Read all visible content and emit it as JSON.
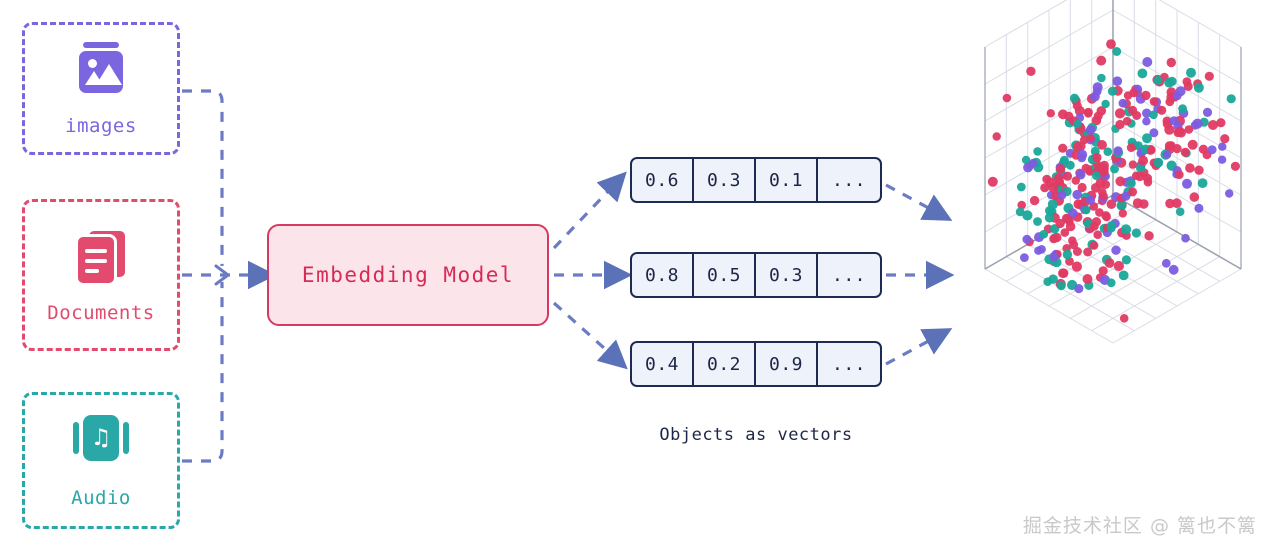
{
  "sources": [
    {
      "id": "images",
      "label": "images",
      "icon": "image-icon",
      "color": "#7c66e0"
    },
    {
      "id": "documents",
      "label": "Documents",
      "icon": "documents-icon",
      "color": "#e24a6e"
    },
    {
      "id": "audio",
      "label": "Audio",
      "icon": "music-note-icon",
      "color": "#2aa8a8"
    }
  ],
  "model": {
    "label": "Embedding Model",
    "border_color": "#d63a63",
    "fill_color": "#fce4eb",
    "text_color": "#d62b54"
  },
  "vectors": {
    "caption": "Objects as vectors",
    "ellipsis": "...",
    "border_color": "#1e2a52",
    "fill_color": "#eef2fa",
    "rows": [
      {
        "cells": [
          "0.6",
          "0.3",
          "0.1",
          "..."
        ]
      },
      {
        "cells": [
          "0.8",
          "0.5",
          "0.3",
          "..."
        ]
      },
      {
        "cells": [
          "0.4",
          "0.2",
          "0.9",
          "..."
        ]
      }
    ]
  },
  "connectors": {
    "color": "#6b7cc4",
    "style": "dashed",
    "arrow_color": "#5c72b8"
  },
  "vector_space": {
    "name": "vector-space-cube",
    "grid_color": "#d8dce6",
    "edge_color": "#9aa0ae",
    "point_colors": [
      "#e03a63",
      "#7c5ce0",
      "#1aa89a"
    ],
    "point_count": 360
  },
  "watermark": {
    "text": "掘金技术社区 @ 篱也不篱",
    "color": "#c9c9c9"
  }
}
